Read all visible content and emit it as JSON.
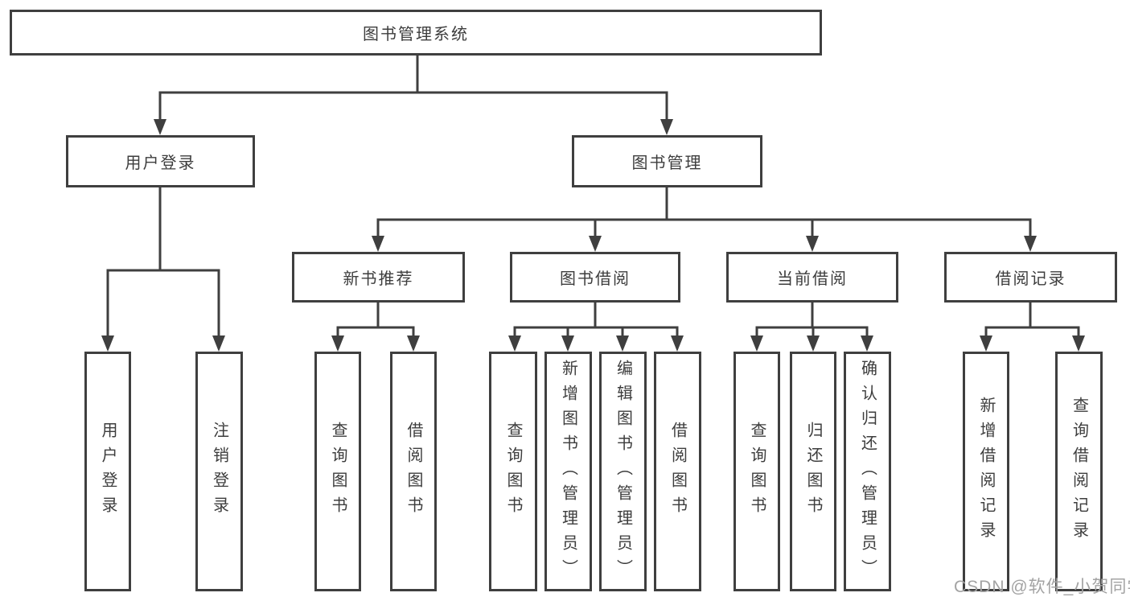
{
  "diagram": {
    "root": {
      "label": "图书管理系统"
    },
    "branches": [
      {
        "label": "用户登录",
        "children": [
          {
            "label": "用户登录"
          },
          {
            "label": "注销登录"
          }
        ]
      },
      {
        "label": "图书管理",
        "children": [
          {
            "label": "新书推荐",
            "children": [
              {
                "label": "查询图书"
              },
              {
                "label": "借阅图书"
              }
            ]
          },
          {
            "label": "图书借阅",
            "children": [
              {
                "label": "查询图书"
              },
              {
                "label": "新增图书（管理员）"
              },
              {
                "label": "编辑图书（管理员）"
              },
              {
                "label": "借阅图书"
              }
            ]
          },
          {
            "label": "当前借阅",
            "children": [
              {
                "label": "查询图书"
              },
              {
                "label": "归还图书"
              },
              {
                "label": "确认归还（管理员）"
              }
            ]
          },
          {
            "label": "借阅记录",
            "children": [
              {
                "label": "新增借阅记录"
              },
              {
                "label": "查询借阅记录"
              }
            ]
          }
        ]
      }
    ]
  },
  "watermark": {
    "text": "CSDN @软件_小贺同学"
  },
  "colors": {
    "line": "#3f3f3f",
    "text": "#3d3d3d",
    "watermark": "#a3a3a3",
    "bg": "#ffffff"
  }
}
